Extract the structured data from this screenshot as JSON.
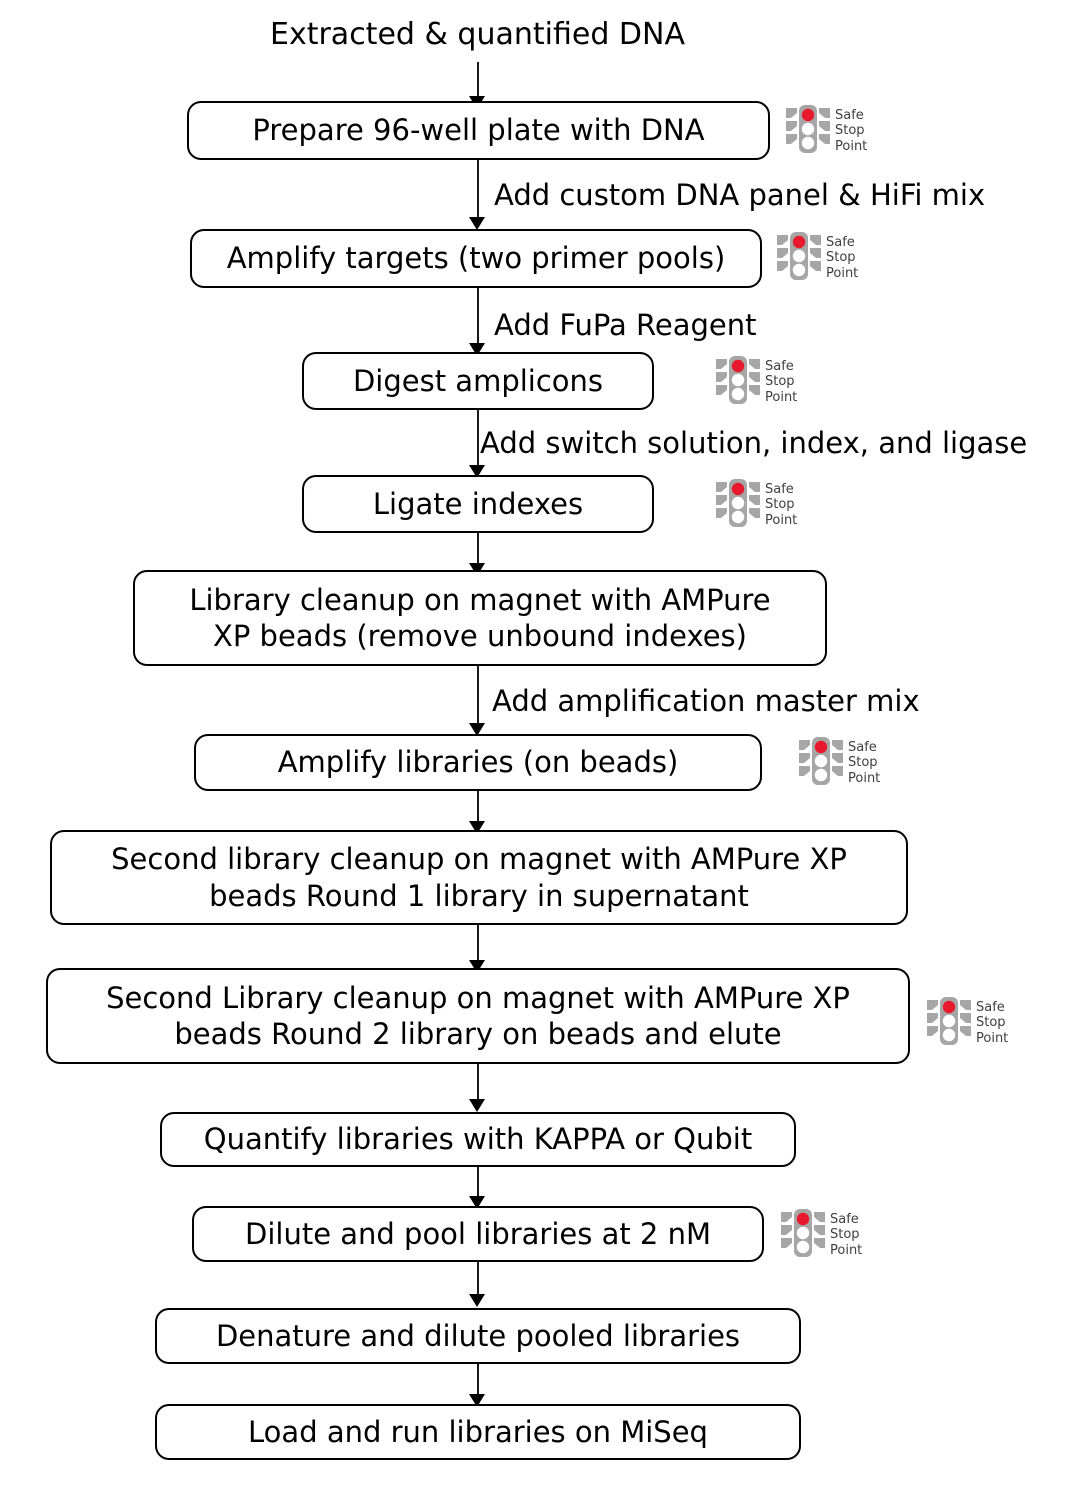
{
  "diagram": {
    "title": "Extracted & quantified DNA",
    "accent_red": "#e8192c",
    "housing_gray": "#a6a6a6",
    "line_color": "#1a1a1a",
    "badge": {
      "icon": "traffic-light-icon",
      "label": "Safe\nStop\nPoint"
    },
    "nodes": [
      {
        "id": "n1",
        "text": "Prepare 96-well plate with DNA",
        "safe_stop": true
      },
      {
        "id": "n2",
        "text": "Amplify targets (two primer pools)",
        "safe_stop": true
      },
      {
        "id": "n3",
        "text": "Digest amplicons",
        "safe_stop": true
      },
      {
        "id": "n4",
        "text": "Ligate indexes",
        "safe_stop": true
      },
      {
        "id": "n5",
        "text": "Library cleanup on magnet with AMPure\nXP beads (remove unbound indexes)",
        "safe_stop": false
      },
      {
        "id": "n6",
        "text": "Amplify libraries (on beads)",
        "safe_stop": true
      },
      {
        "id": "n7",
        "text": "Second library cleanup on magnet with AMPure XP\nbeads Round 1 library in supernatant",
        "safe_stop": false
      },
      {
        "id": "n8",
        "text": "Second Library cleanup on magnet with AMPure XP\nbeads Round 2 library on beads and elute",
        "safe_stop": true
      },
      {
        "id": "n9",
        "text": "Quantify libraries with KAPPA or Qubit",
        "safe_stop": false
      },
      {
        "id": "n10",
        "text": "Dilute and pool libraries at 2 nM",
        "safe_stop": true
      },
      {
        "id": "n11",
        "text": "Denature and dilute pooled libraries",
        "safe_stop": false
      },
      {
        "id": "n12",
        "text": "Load and run libraries on MiSeq",
        "safe_stop": false
      }
    ],
    "edge_labels": [
      {
        "id": "e1",
        "text": "Add custom DNA panel & HiFi mix"
      },
      {
        "id": "e2",
        "text": "Add FuPa Reagent"
      },
      {
        "id": "e3",
        "text": "Add switch solution, index, and ligase"
      },
      {
        "id": "e4",
        "text": "Add amplification master mix"
      }
    ]
  }
}
